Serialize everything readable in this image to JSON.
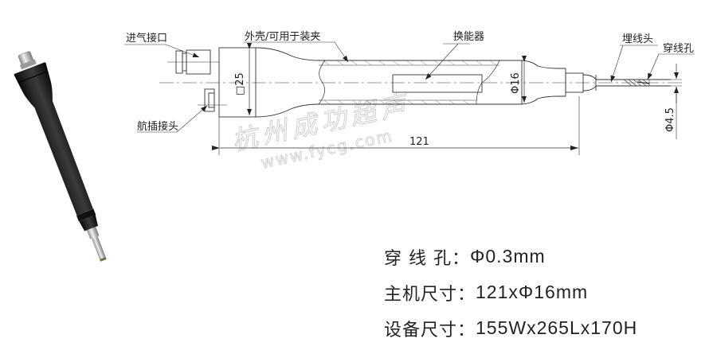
{
  "drawing": {
    "labels": {
      "air_inlet": "进气接口",
      "housing": "外壳/可用于装夹",
      "aviation_plug": "航插接头",
      "transducer": "换能器",
      "embedding_head": "埋线头",
      "threading_hole": "穿线孔"
    },
    "dimensions": {
      "square_width": "□25",
      "body_diameter": "Φ16",
      "tip_diameter": "Φ4.5",
      "total_length": "121"
    },
    "line_color": "#333333"
  },
  "watermark": {
    "cn": "杭州成功超声",
    "url": "www.fycg.com",
    "color": "#c8c8c8"
  },
  "product_photo": {
    "body_color": "#1a1a1a",
    "metal_color": "#c9c9c9"
  },
  "specs": [
    {
      "label": "穿 线 孔：",
      "value": "Φ0.3mm"
    },
    {
      "label": "主机尺寸：",
      "value": "121xΦ16mm"
    },
    {
      "label": "设备尺寸：",
      "value": "155Wx265Lx170H"
    }
  ]
}
